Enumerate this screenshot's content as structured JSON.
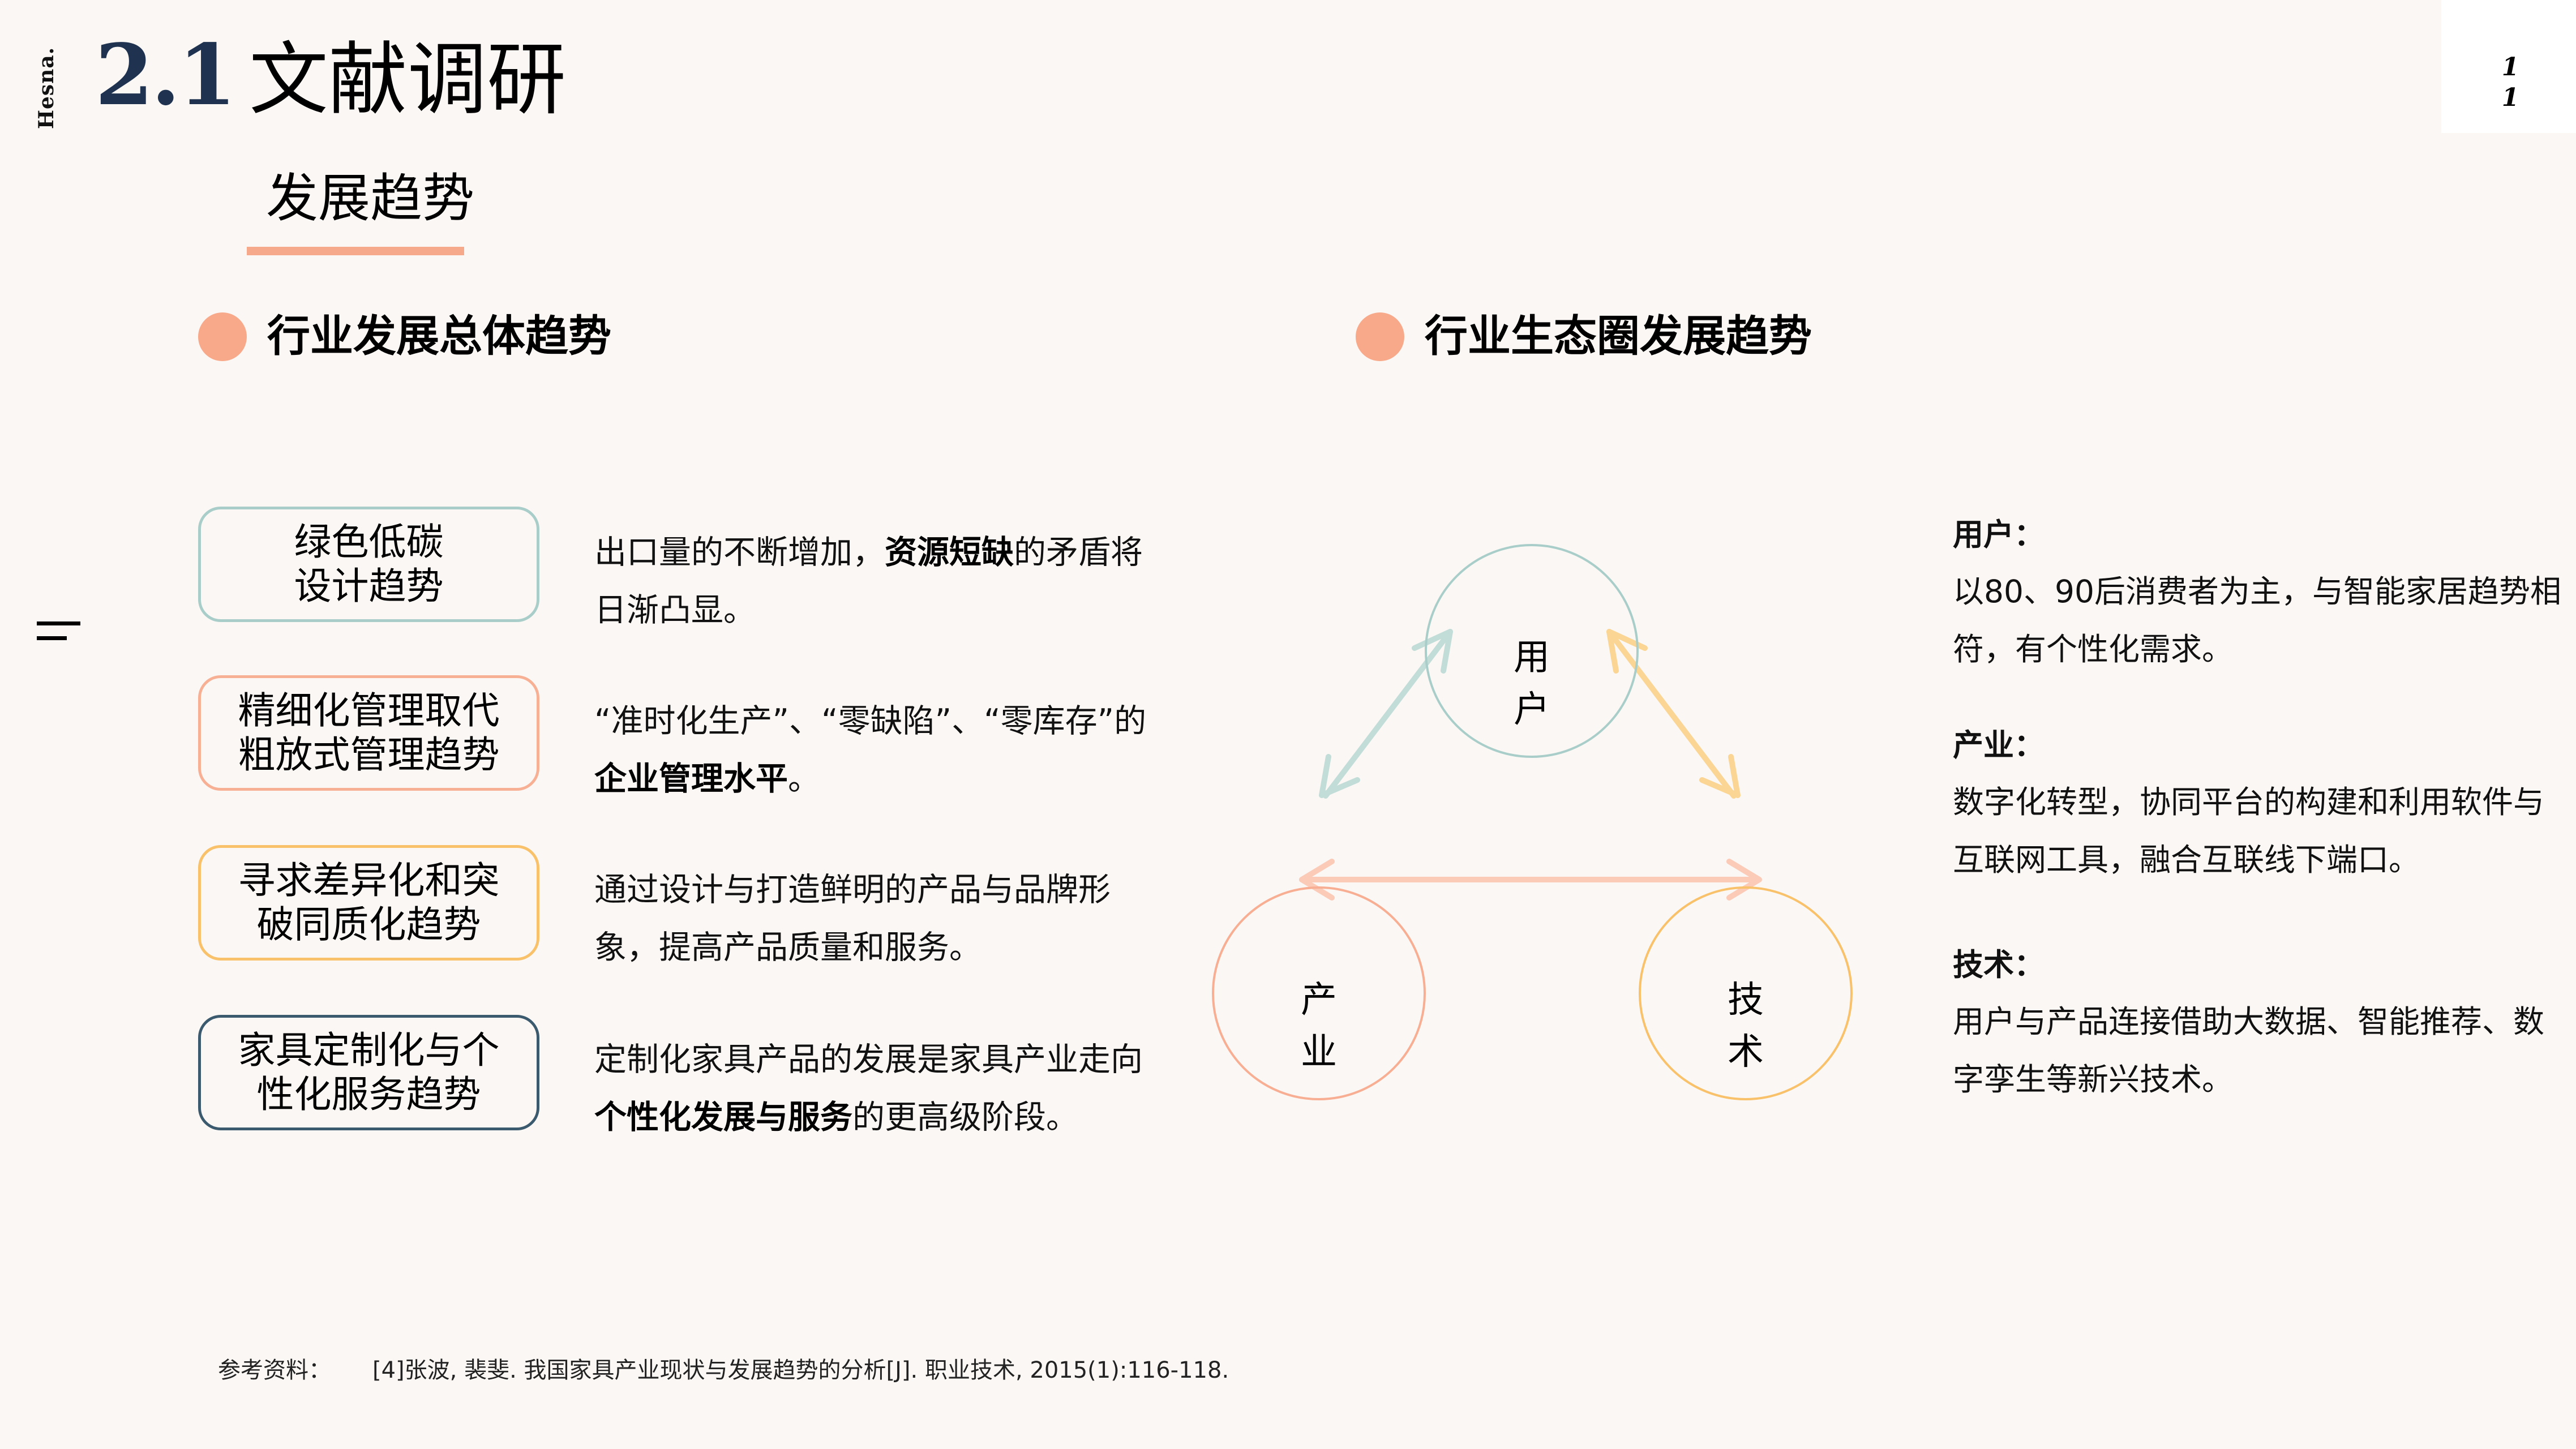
{
  "brand": "Hesna.",
  "header": {
    "section_number": "2.1",
    "title": "文献调研",
    "page_number_lines": [
      "1",
      "1"
    ]
  },
  "subtitle": "发展趋势",
  "colors": {
    "background": "#faf7f4",
    "accent_salmon": "#f8a98a",
    "navy": "#1f3350",
    "teal": "#a9cdc9",
    "orange": "#f8c16a",
    "dark_blue": "#3b5a6e",
    "arrow_teal": "#c2dcd8",
    "arrow_yellow": "#fbd593",
    "arrow_pink": "#fbcbb8"
  },
  "left_section": {
    "heading": "行业发展总体趋势",
    "trends": [
      {
        "label_lines": [
          "绿色低碳",
          "设计趋势"
        ],
        "border_color": "#a9cdc9",
        "desc_parts": [
          {
            "text": "出口量的不断增加，",
            "bold": false
          },
          {
            "text": "资源短缺",
            "bold": true
          },
          {
            "text": "的矛盾将日渐凸显。",
            "bold": false
          }
        ]
      },
      {
        "label_lines": [
          "精细化管理取代",
          "粗放式管理趋势"
        ],
        "border_color": "#f8b095",
        "desc_parts": [
          {
            "text": "“准时化生产”、“零缺陷”、“零库存”的",
            "bold": false
          },
          {
            "text": "企业管理水平",
            "bold": true
          },
          {
            "text": "。",
            "bold": false
          }
        ]
      },
      {
        "label_lines": [
          "寻求差异化和突",
          "破同质化趋势"
        ],
        "border_color": "#f8c16a",
        "desc_parts": [
          {
            "text": "通过设计与打造鲜明的产品与品牌形象，提高产品质量和服务。",
            "bold": false
          }
        ]
      },
      {
        "label_lines": [
          "家具定制化与个",
          "性化服务趋势"
        ],
        "border_color": "#3b5a6e",
        "desc_parts": [
          {
            "text": "定制化家具产品的发展是家具产业走向",
            "bold": false
          },
          {
            "text": "个性化发展与服务",
            "bold": true
          },
          {
            "text": "的更高级阶段。",
            "bold": false
          }
        ]
      }
    ]
  },
  "right_section": {
    "heading": "行业生态圈发展趋势",
    "diagram": {
      "nodes": [
        {
          "id": "user",
          "label": "用户",
          "color": "#a9cdc9"
        },
        {
          "id": "industry",
          "label": "产业",
          "color": "#f8ae92"
        },
        {
          "id": "tech",
          "label": "技术",
          "color": "#f8c16a"
        }
      ],
      "edges": [
        {
          "from": "user",
          "to": "industry",
          "color": "#c2dcd8",
          "bidirectional": true
        },
        {
          "from": "user",
          "to": "tech",
          "color": "#fbd593",
          "bidirectional": true
        },
        {
          "from": "industry",
          "to": "tech",
          "color": "#fbcbb8",
          "bidirectional": true
        }
      ]
    },
    "details": [
      {
        "title": "用户：",
        "body": "以80、90后消费者为主，与智能家居趋势相符，有个性化需求。"
      },
      {
        "title": "产业：",
        "body": "数字化转型，协同平台的构建和利用软件与互联网工具，融合互联线下端口。"
      },
      {
        "title": "技术：",
        "body": "用户与产品连接借助大数据、智能推荐、数字孪生等新兴技术。"
      }
    ]
  },
  "footer": {
    "reference_label": "参考资料：",
    "reference_text": "[4]张波, 裴斐. 我国家具产业现状与发展趋势的分析[J]. 职业技术, 2015(1):116-118."
  },
  "icons": {
    "menu": "menu-icon"
  }
}
